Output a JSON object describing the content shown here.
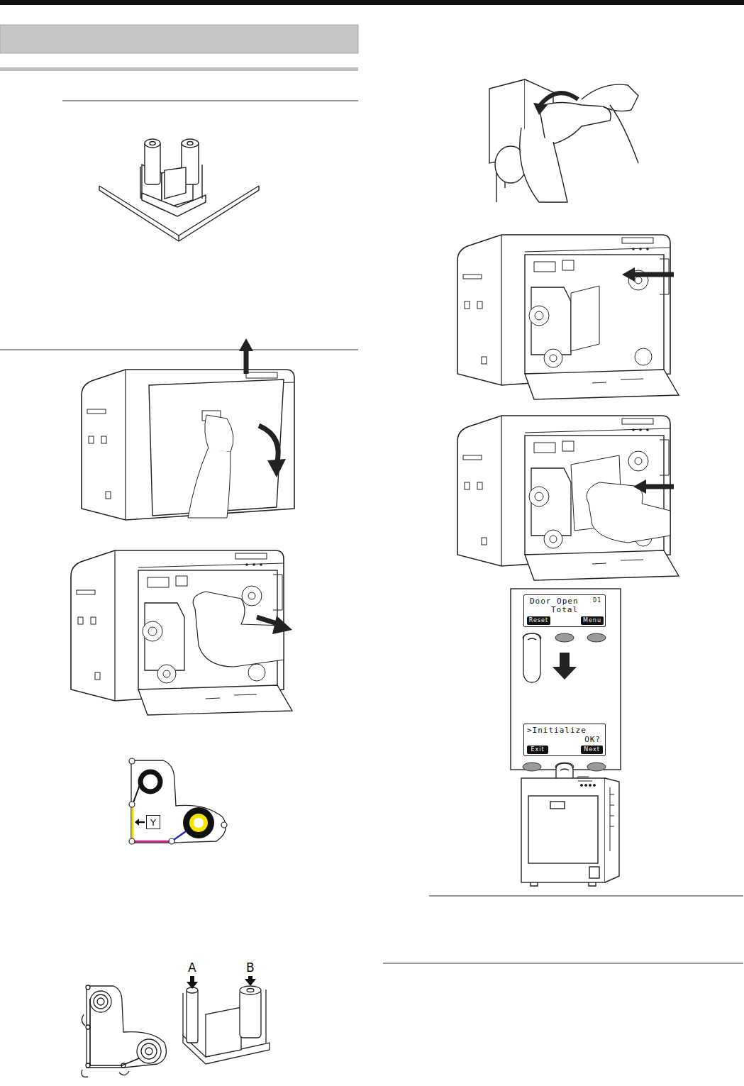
{
  "diagram": {
    "nodes": [
      {
        "text": [
          "Y"
        ]
      },
      {
        "text": [
          "Door Open",
          "Total",
          "D1"
        ]
      },
      {
        "text": [
          "Reset"
        ],
        "in": 1
      },
      {
        "text": [
          "Menu"
        ],
        "in": 1
      },
      {
        "text": [
          ">Initialize",
          "OK?"
        ]
      },
      {
        "text": [
          "Exit"
        ],
        "in": 4
      },
      {
        "text": [
          "Next"
        ],
        "in": 4
      }
    ],
    "labels": [
      "A",
      "B"
    ]
  }
}
